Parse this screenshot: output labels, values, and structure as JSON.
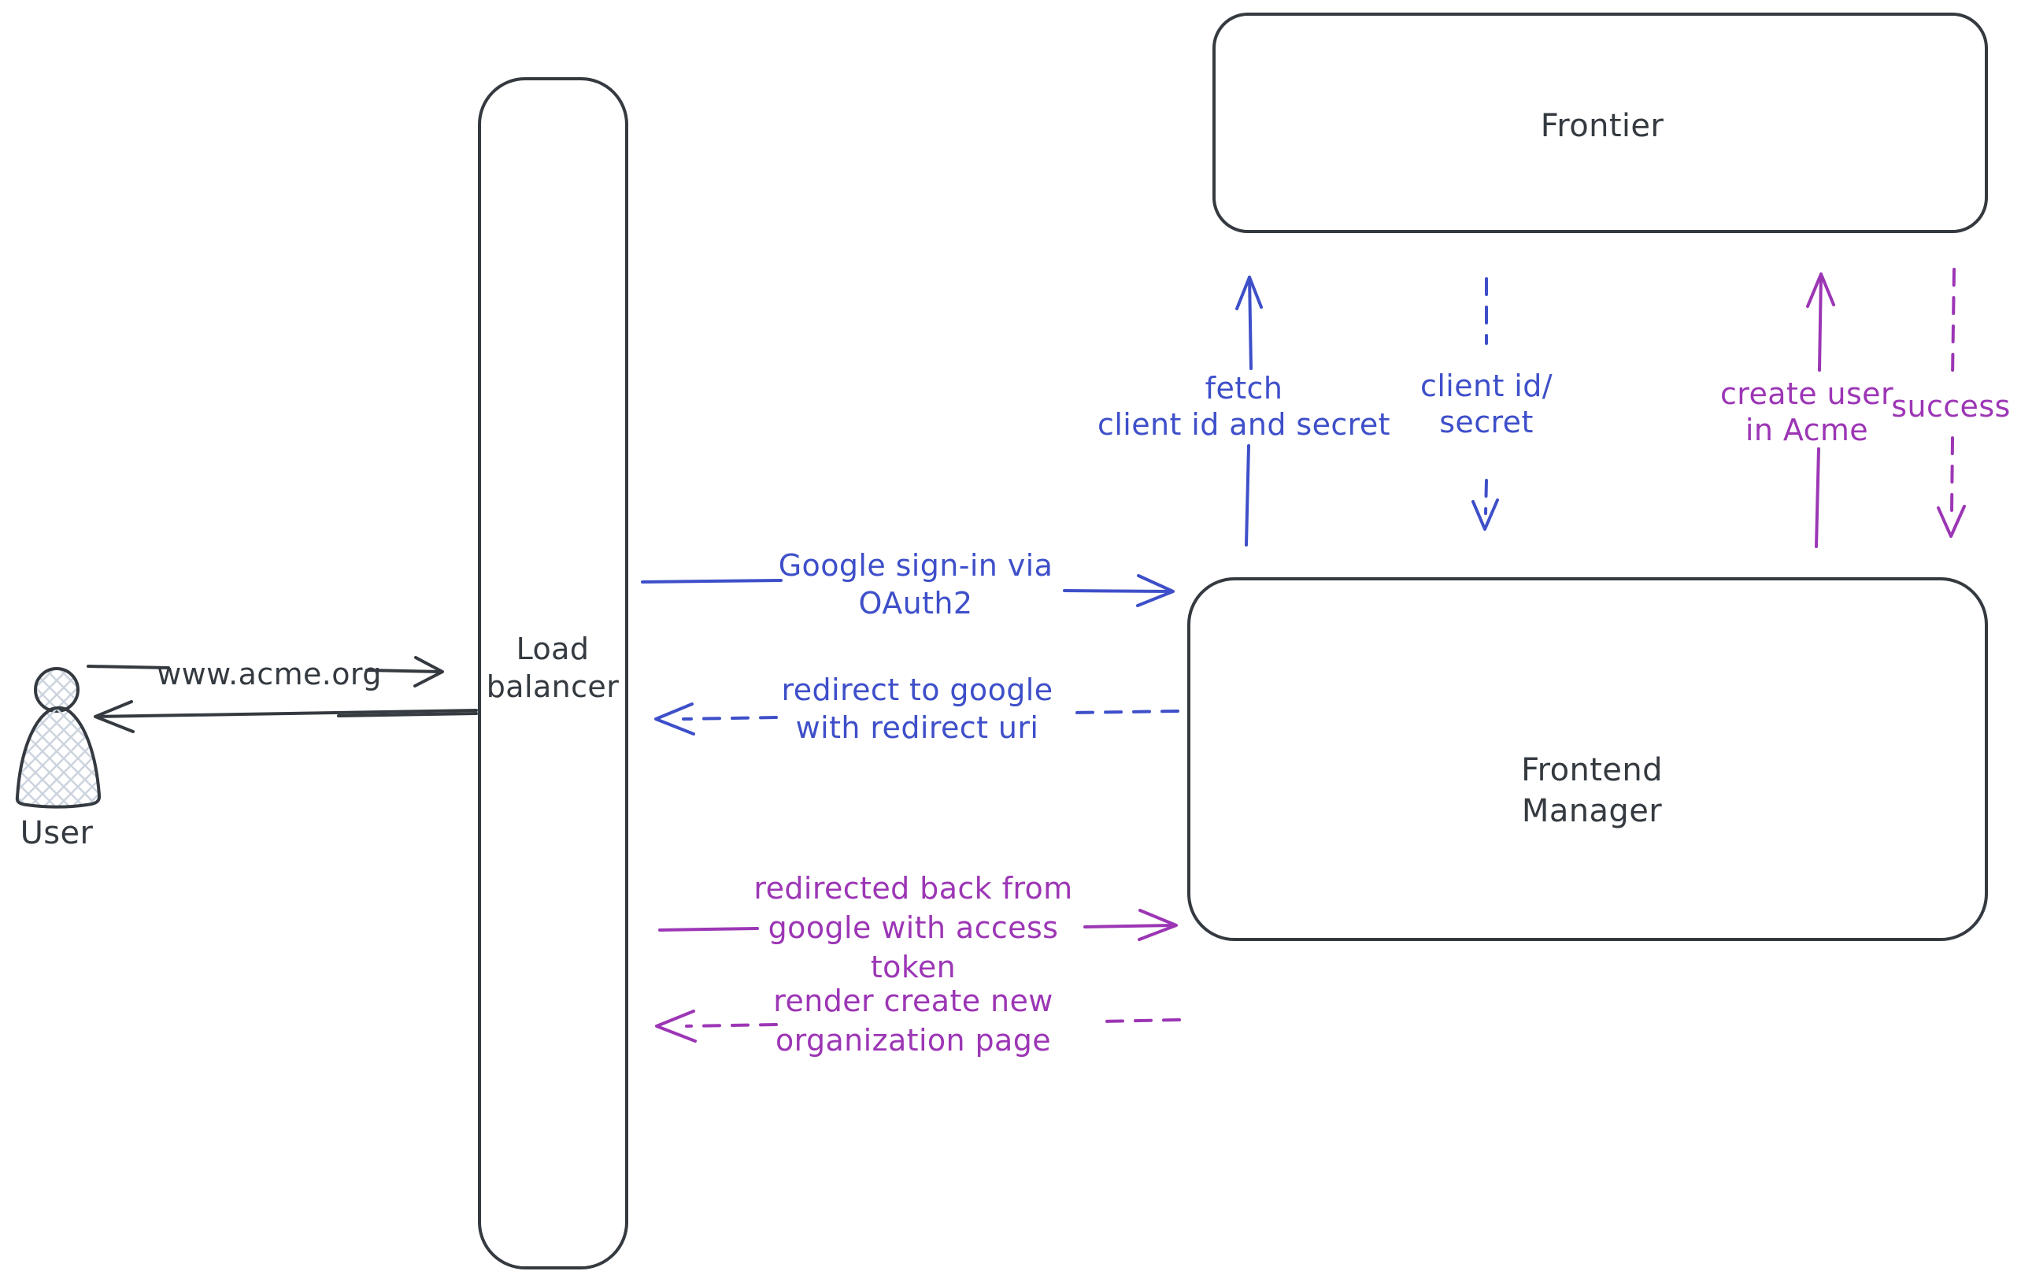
{
  "colors": {
    "background": "#ffffff",
    "ink": "#343a40",
    "blue": "#3e4fc9",
    "purple": "#9c36b5",
    "hatch": "#ccd4de"
  },
  "actors": {
    "user": {
      "label": "User"
    },
    "load_balancer": {
      "label_lines": [
        "Load",
        "balancer"
      ]
    },
    "frontier": {
      "label": "Frontier"
    },
    "frontend_manager": {
      "label_lines": [
        "Frontend",
        "Manager"
      ]
    }
  },
  "arrows": {
    "www_acme": {
      "label": "www.acme.org",
      "direction": "right",
      "style": "solid"
    },
    "return_to_user": {
      "direction": "left",
      "style": "solid"
    },
    "google_signin": {
      "label_lines": [
        "Google sign-in via",
        "OAuth2"
      ],
      "direction": "right",
      "style": "solid"
    },
    "redirect_google": {
      "label_lines": [
        "redirect to google",
        "with redirect uri"
      ],
      "direction": "left",
      "style": "dashed"
    },
    "fetch_secret": {
      "label_lines": [
        "fetch",
        "client id and secret"
      ],
      "direction": "up",
      "style": "solid"
    },
    "client_id_secret": {
      "label_lines": [
        "client id/",
        "secret"
      ],
      "direction": "down",
      "style": "dashed"
    },
    "create_user": {
      "label_lines": [
        "create user",
        "in Acme"
      ],
      "direction": "up",
      "style": "solid"
    },
    "success": {
      "label": "success",
      "direction": "down",
      "style": "dashed"
    },
    "redirected_back": {
      "label_lines": [
        "redirected back from",
        "google with access",
        "token"
      ],
      "direction": "right",
      "style": "solid"
    },
    "render_org_page": {
      "label_lines": [
        "render create new",
        "organization page"
      ],
      "direction": "left",
      "style": "dashed"
    }
  }
}
